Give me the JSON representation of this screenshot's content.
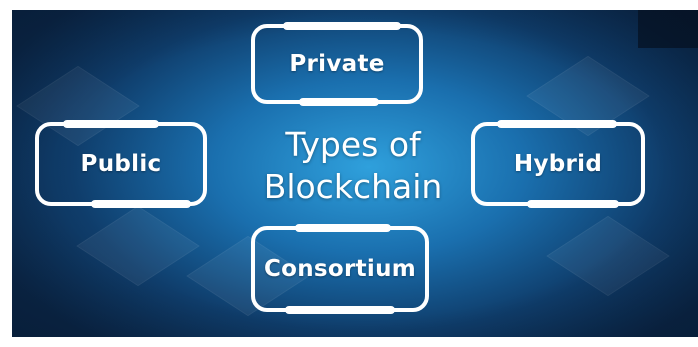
{
  "diagram": {
    "center_title_line1": "Types of",
    "center_title_line2": "Blockchain",
    "nodes": [
      {
        "id": "private",
        "label": "Private"
      },
      {
        "id": "public",
        "label": "Public"
      },
      {
        "id": "hybrid",
        "label": "Hybrid"
      },
      {
        "id": "consortium",
        "label": "Consortium"
      }
    ]
  },
  "colors": {
    "background_center": "#2fa0dc",
    "background_edge": "#0b2748",
    "box_border": "#ffffff",
    "text": "#ffffff"
  }
}
